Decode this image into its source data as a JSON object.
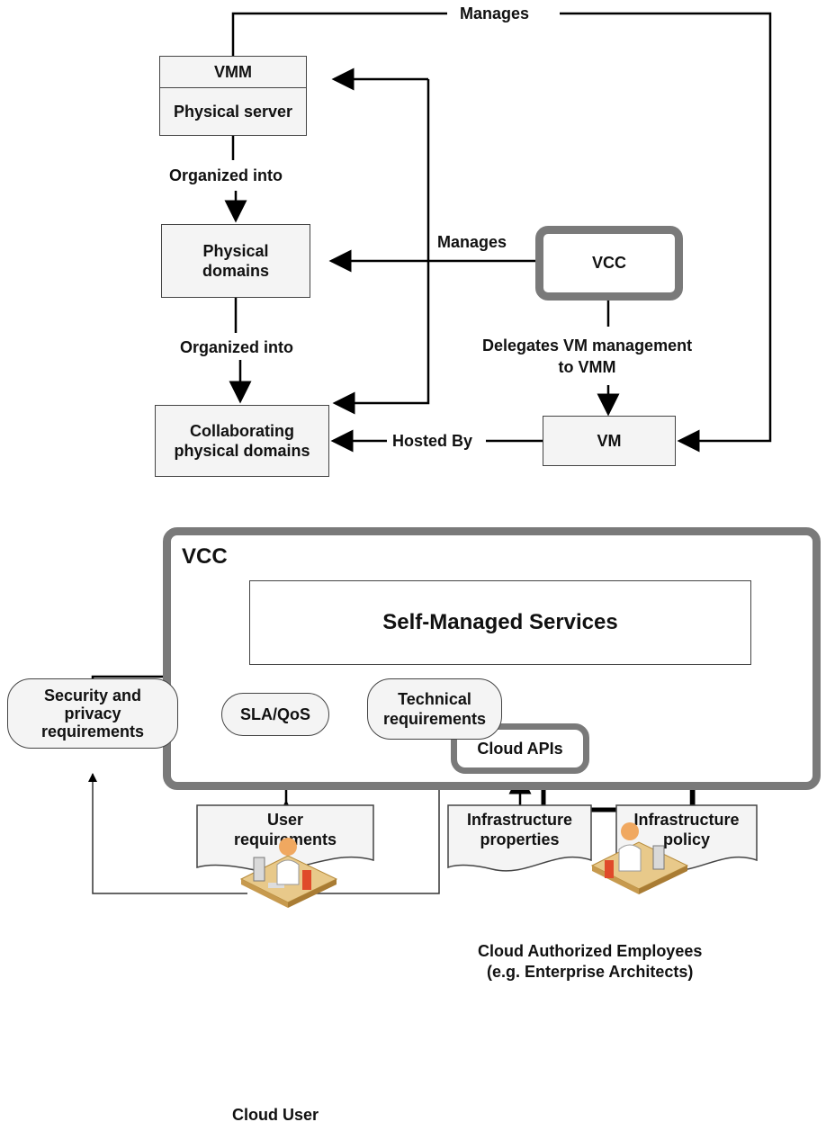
{
  "top": {
    "vmm": "VMM",
    "physical_server": "Physical server",
    "organized_into_1": "Organized into",
    "physical_domains": "Physical\ndomains",
    "organized_into_2": "Organized into",
    "collaborating": "Collaborating\nphysical domains",
    "manages_top": "Manages",
    "manages_mid": "Manages",
    "vcc": "VCC",
    "delegates": "Delegates VM management\nto VMM",
    "vm": "VM",
    "hosted_by": "Hosted By"
  },
  "bottom": {
    "vcc_title": "VCC",
    "self_managed": "Self-Managed Services",
    "cloud_apis": "Cloud APIs",
    "user_requirements": "User\nrequirements",
    "infra_properties": "Infrastructure\nproperties",
    "infra_policy": "Infrastructure\npolicy",
    "security": "Security and\nprivacy\nrequirements",
    "sla": "SLA/QoS",
    "technical": "Technical\nrequirements",
    "cloud_user": "Cloud User",
    "cloud_employees": "Cloud Authorized Employees\n(e.g. Enterprise Architects)"
  },
  "icons": [
    "person-at-desk-icon",
    "person-at-desk-icon"
  ],
  "colors": {
    "frame": "#7a7a7a",
    "box_fill": "#f4f4f4",
    "line": "#000000"
  }
}
